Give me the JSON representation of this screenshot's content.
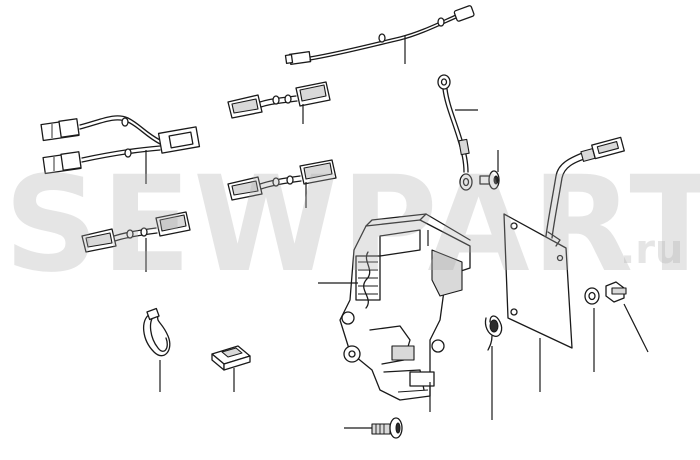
{
  "diagram": {
    "type": "exploded-parts-view",
    "watermark": {
      "main": "SEWPARTS",
      "suffix": ".ru",
      "color": "#aaaaaa"
    },
    "line_color": "#1a1a1a",
    "parts": [
      {
        "id": "long-cable-connector",
        "kind": "wire-harness"
      },
      {
        "id": "ring-terminal-wire",
        "kind": "ground-wire"
      },
      {
        "id": "dual-plug-harness",
        "kind": "wire-harness"
      },
      {
        "id": "flat-connector-upper",
        "kind": "connector-cable"
      },
      {
        "id": "flat-connector-middle",
        "kind": "connector-cable"
      },
      {
        "id": "flat-connector-lower",
        "kind": "connector-cable"
      },
      {
        "id": "small-flange-screw",
        "kind": "screw"
      },
      {
        "id": "motor-mechanism-housing",
        "kind": "housing-assembly"
      },
      {
        "id": "circuit-board-with-cable",
        "kind": "circuit-board"
      },
      {
        "id": "washer",
        "kind": "washer"
      },
      {
        "id": "hex-bolt",
        "kind": "bolt"
      },
      {
        "id": "cable-clip-loop",
        "kind": "clip"
      },
      {
        "id": "square-clip",
        "kind": "clip"
      },
      {
        "id": "spring-hook",
        "kind": "spring-clip"
      },
      {
        "id": "bottom-screw",
        "kind": "screw"
      }
    ]
  }
}
